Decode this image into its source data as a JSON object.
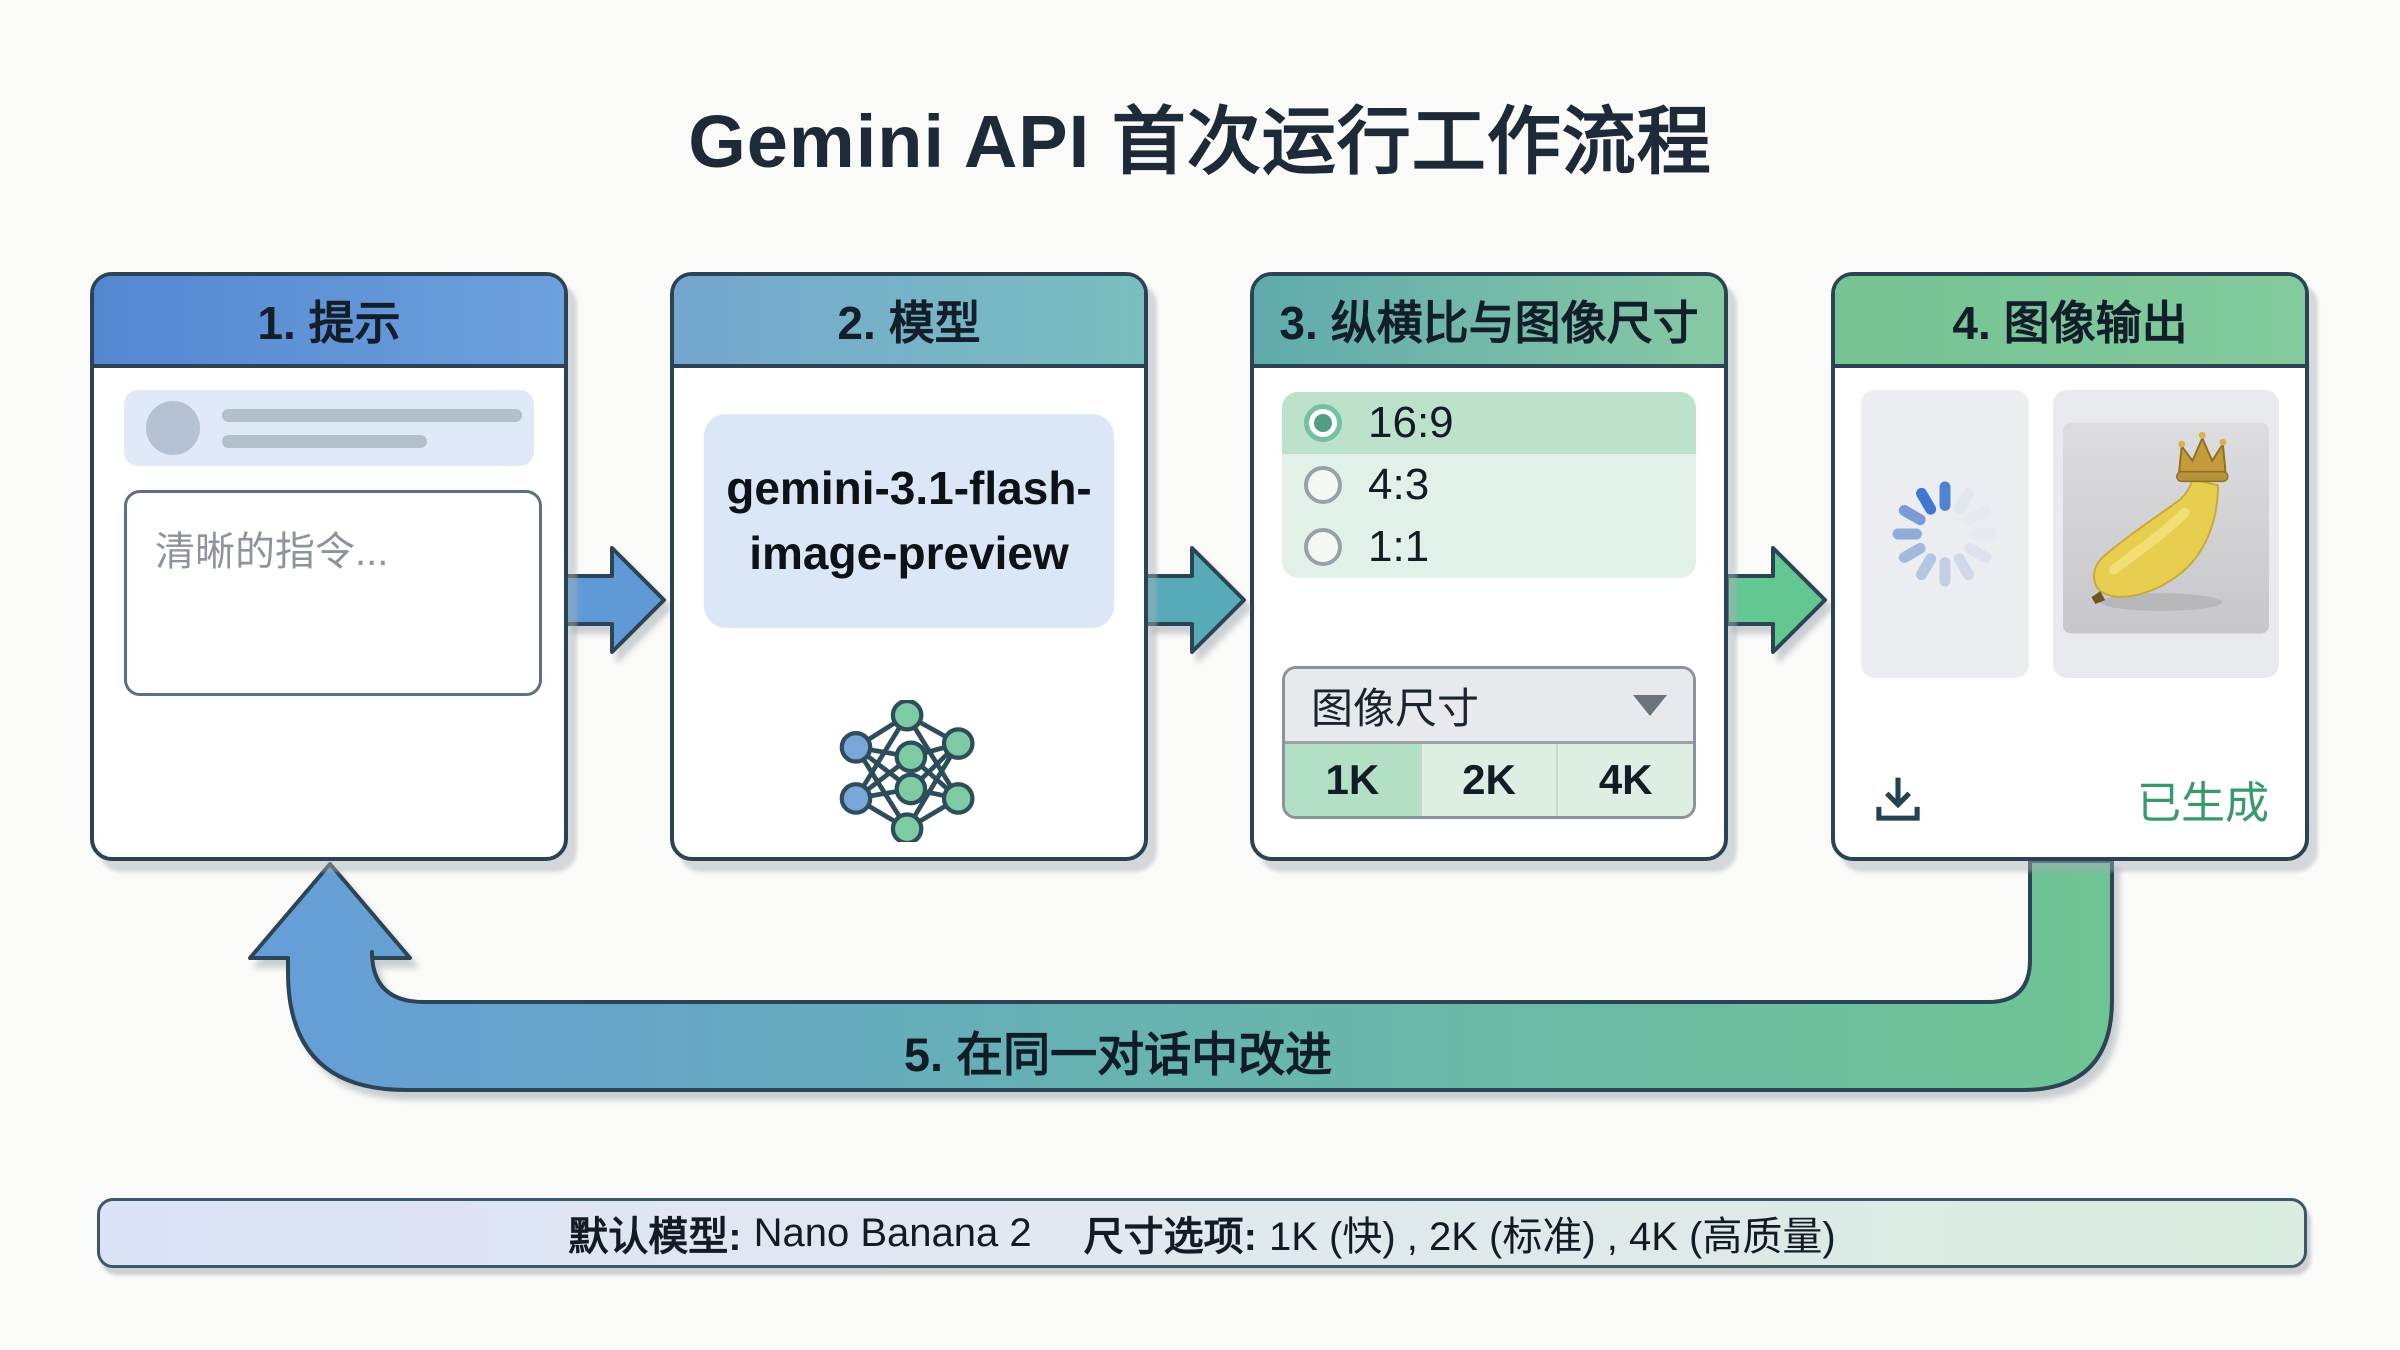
{
  "title": "Gemini API 首次运行工作流程",
  "cards": {
    "prompt": {
      "header": "1. 提示",
      "input_placeholder": "清晰的指令..."
    },
    "model": {
      "header": "2. 模型",
      "name": "gemini-3.1-flash-image-preview",
      "name_line1": "gemini-3.1-flash-",
      "name_line2": "image-preview"
    },
    "aspect": {
      "header": "3. 纵横比与图像尺寸",
      "options": [
        "16:9",
        "4:3",
        "1:1"
      ],
      "selected_option": "16:9",
      "dropdown_label": "图像尺寸",
      "sizes": [
        "1K",
        "2K",
        "4K"
      ],
      "selected_size": "1K"
    },
    "output": {
      "header": "4. 图像输出",
      "status": "已生成"
    }
  },
  "loop_label": "5. 在同一对话中改进",
  "footer": {
    "model_label": "默认模型:",
    "model_value": "Nano Banana 2",
    "size_label": "尺寸选项:",
    "size_value": "1K (快) , 2K (标准) , 4K (高质量)"
  },
  "colors": {
    "card1_header": "#5e93d6",
    "card2_header_left": "#74a6cf",
    "card2_header_right": "#79bfbf",
    "card3_header_left": "#60aaad",
    "card3_header_right": "#87c9a4",
    "card4_header": "#7cc697",
    "flow_arrow_blue": "#5f9ad6",
    "flow_arrow_teal": "#58aab9",
    "flow_arrow_green": "#63c792",
    "status_green": "#389a6c"
  }
}
